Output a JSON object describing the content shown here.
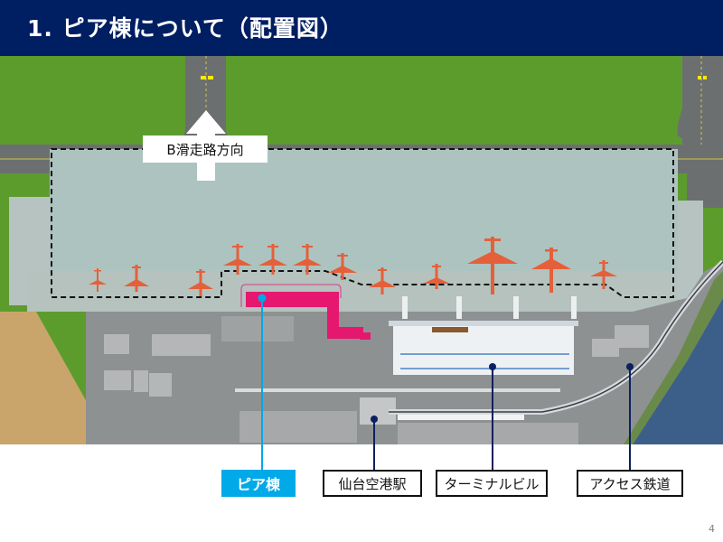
{
  "slide": {
    "title": "1.  ピア棟について（配置図）",
    "page_number": "4"
  },
  "map": {
    "direction_label": "B滑走路方向",
    "colors": {
      "header_bg": "#001e62",
      "grass": "#5a9a2c",
      "apron": "#adc3bf",
      "taxiway": "#6c6f70",
      "pier_highlight": "#e5176f",
      "aircraft": "#e4603a",
      "pier_leader": "#00a9e8",
      "other_leader": "#0b2060",
      "river": "#3c5f8a"
    }
  },
  "callouts": [
    {
      "id": "pier",
      "label": "ピア棟"
    },
    {
      "id": "station",
      "label": "仙台空港駅"
    },
    {
      "id": "terminal",
      "label": "ターミナルビル"
    },
    {
      "id": "railway",
      "label": "アクセス鉄道"
    }
  ]
}
